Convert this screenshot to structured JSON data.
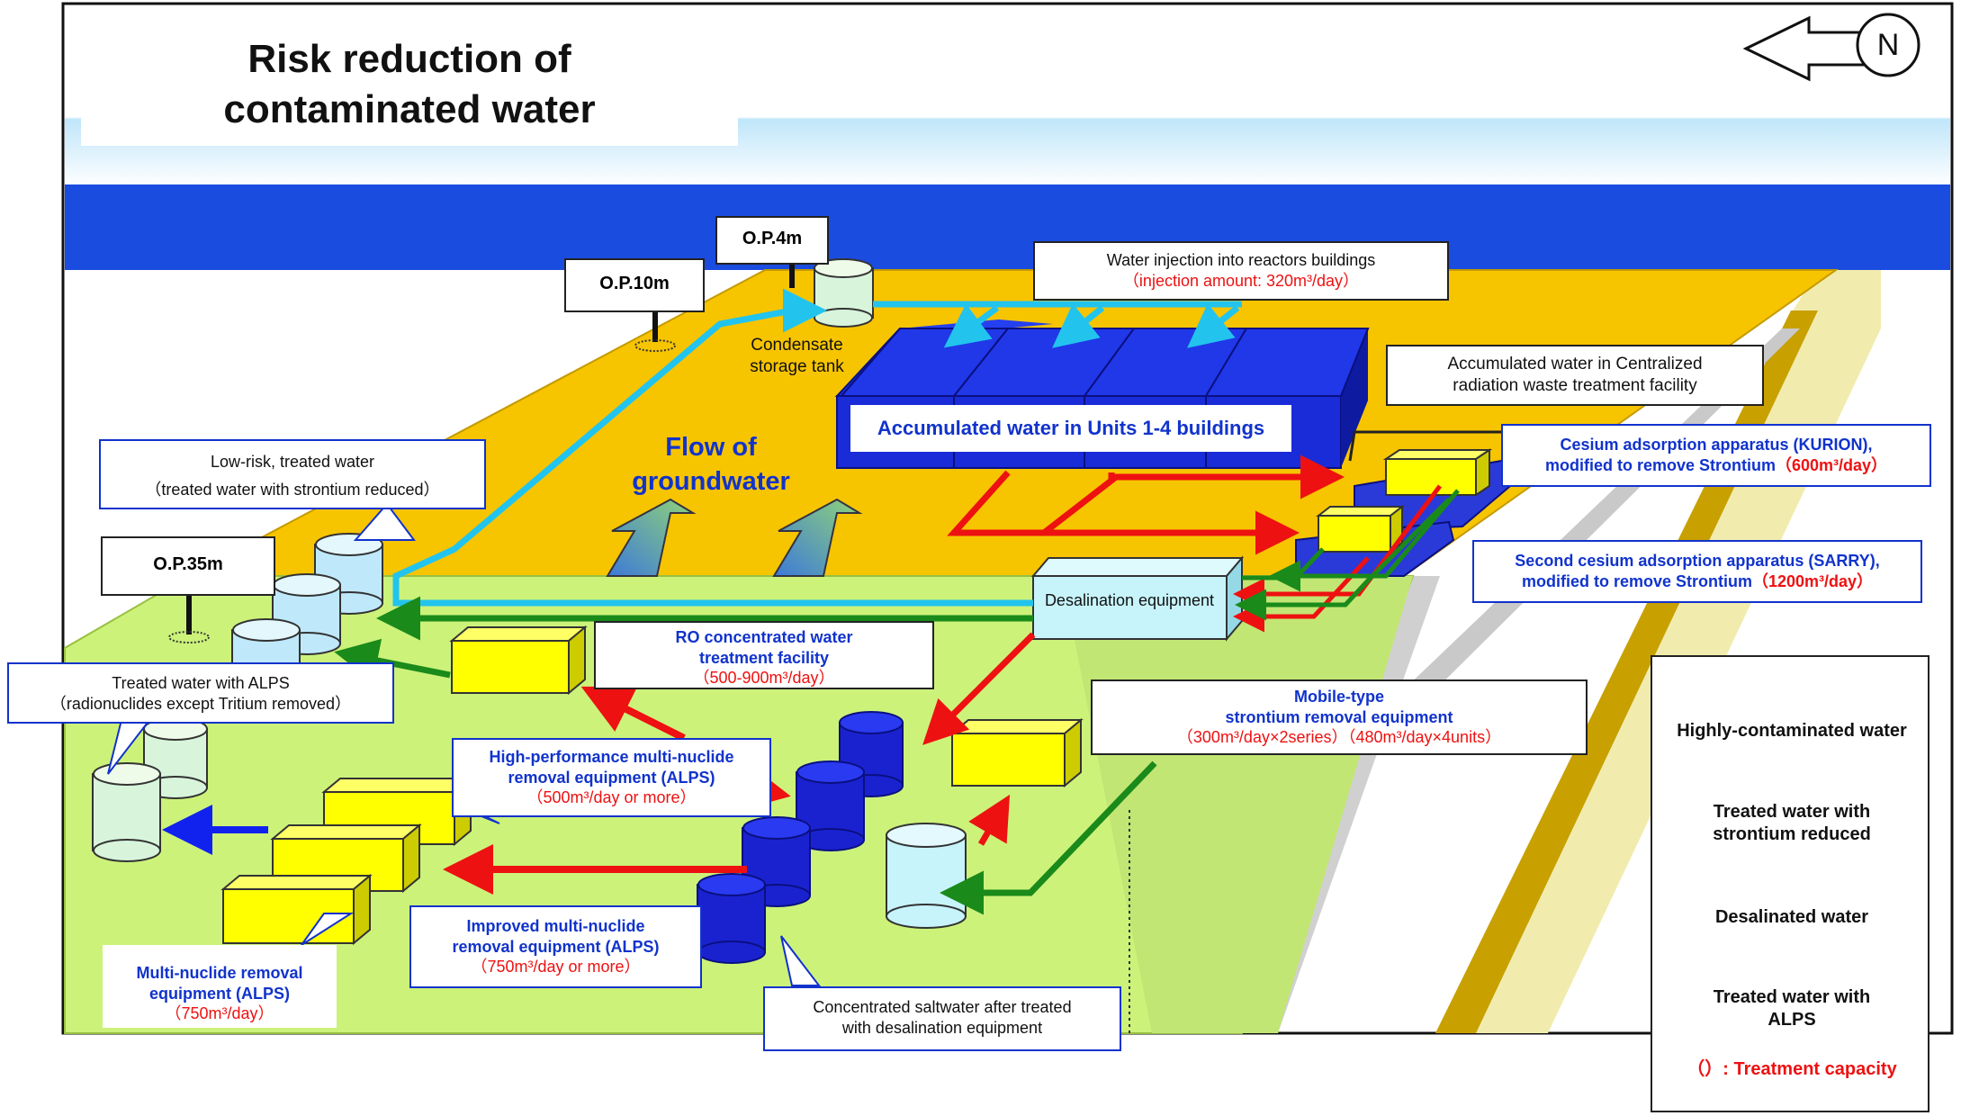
{
  "title": {
    "line1": "Risk reduction of",
    "line2": "contaminated water"
  },
  "north": "N",
  "elevations": {
    "op4": "O.P.4m",
    "op10": "O.P.10m",
    "op35": "O.P.35m"
  },
  "labels": {
    "condensate": [
      "Condensate",
      "storage tank"
    ],
    "injection": {
      "line1": "Water injection into reactors buildings",
      "line2": "（injection amount: 320m³/day）"
    },
    "accumulated_units": "Accumulated water in Units 1-4 buildings",
    "flow_groundwater": [
      "Flow of",
      "groundwater"
    ],
    "centralized": [
      "Accumulated water in Centralized",
      "radiation waste treatment facility"
    ],
    "kurion": {
      "line1": "Cesium adsorption apparatus (KURION),",
      "line2a": "modified to remove Strontium",
      "line2b": "（600m³/day）"
    },
    "sarry": {
      "line1": "Second cesium adsorption apparatus (SARRY),",
      "line2a": "modified to remove Strontium",
      "line2b": "（1200m³/day）"
    },
    "low_risk": {
      "line1": "Low-risk, treated water",
      "line2": "（treated water with strontium reduced）"
    },
    "desalination": "Desalination equipment",
    "ro": {
      "line1": "RO concentrated water",
      "line2": "treatment facility",
      "line3": "（500-900m³/day）"
    },
    "treated_alps": {
      "line1": "Treated water with ALPS",
      "line2": "（radionuclides except Tritium removed）"
    },
    "mobile": {
      "line1": "Mobile-type",
      "line2": "strontium removal equipment",
      "line3": "（300m³/day×2series）（480m³/day×4units）"
    },
    "hp_alps": {
      "line1": "High-performance multi-nuclide",
      "line2": "removal equipment (ALPS)",
      "line3": "（500m³/day or more）"
    },
    "improved_alps": {
      "line1": "Improved multi-nuclide",
      "line2": "removal equipment (ALPS)",
      "line3": "（750m³/day or more）"
    },
    "mn_alps": {
      "line1": "Multi-nuclide removal",
      "line2": "equipment (ALPS)",
      "line3": "（750m³/day）"
    },
    "concentrated_saltwater": {
      "line1": "Concentrated saltwater after treated",
      "line2": "with desalination equipment"
    }
  },
  "legend": {
    "items": [
      {
        "label": [
          "Highly-contaminated water"
        ],
        "color": "#ee1111"
      },
      {
        "label": [
          "Treated water with",
          "strontium reduced"
        ],
        "color": "#1a8a1a"
      },
      {
        "label": [
          "Desalinated water"
        ],
        "color": "#22c4ee"
      },
      {
        "label": [
          "Treated water with",
          "ALPS"
        ],
        "color": "#1122ee"
      }
    ],
    "note": "（）: Treatment capacity"
  },
  "colors": {
    "sea": "#1a4ce0",
    "sky": "#ffffff",
    "upper_ground": "#f7c400",
    "lower_ground": "#ccf27a",
    "building": "#1a2cd8",
    "tank_yellow": "#ffff00",
    "red_arrow": "#ee1111",
    "green_arrow": "#1a8a1a",
    "cyan_arrow": "#22c4ee",
    "blue_arrow": "#1122ee"
  }
}
